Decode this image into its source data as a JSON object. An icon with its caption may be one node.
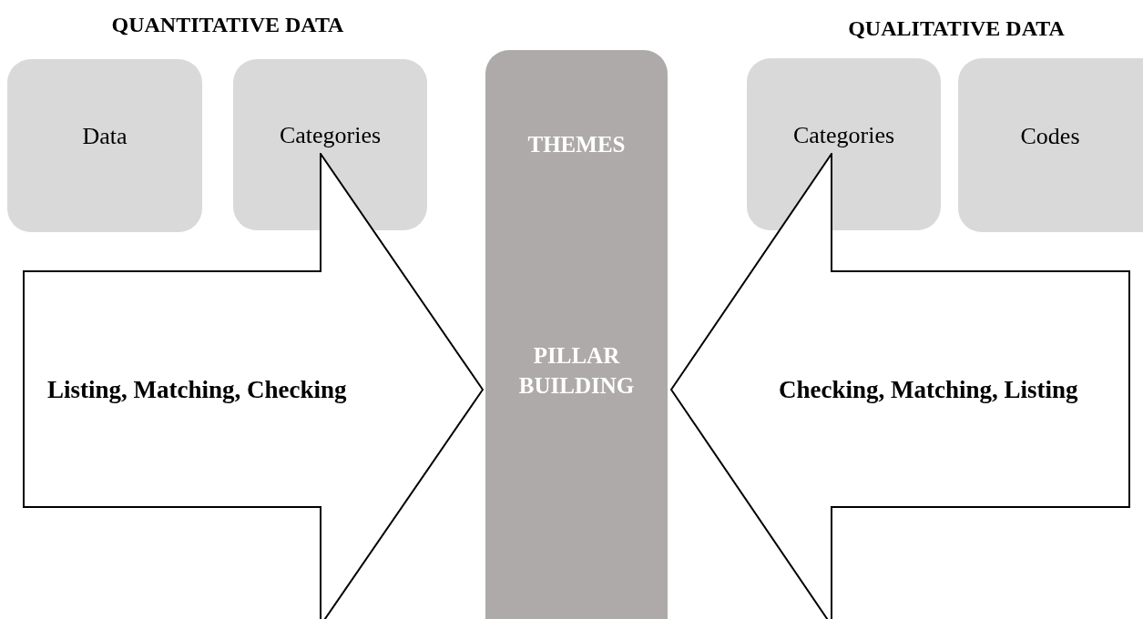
{
  "diagram": {
    "nodes": [
      {
        "text": [
          "Data"
        ]
      },
      {
        "text": [
          "Categories"
        ]
      },
      {
        "text": [
          "THEMES",
          "PILLAR BUILDING"
        ]
      },
      {
        "text": [
          "Categories"
        ]
      },
      {
        "text": [
          "Codes"
        ]
      },
      {
        "text": [
          "Listing, Matching, Checking"
        ]
      },
      {
        "text": [
          "Checking, Matching, Listing"
        ]
      }
    ],
    "labels": [
      "QUANTITATIVE DATA",
      "QUALITATIVE DATA"
    ]
  }
}
